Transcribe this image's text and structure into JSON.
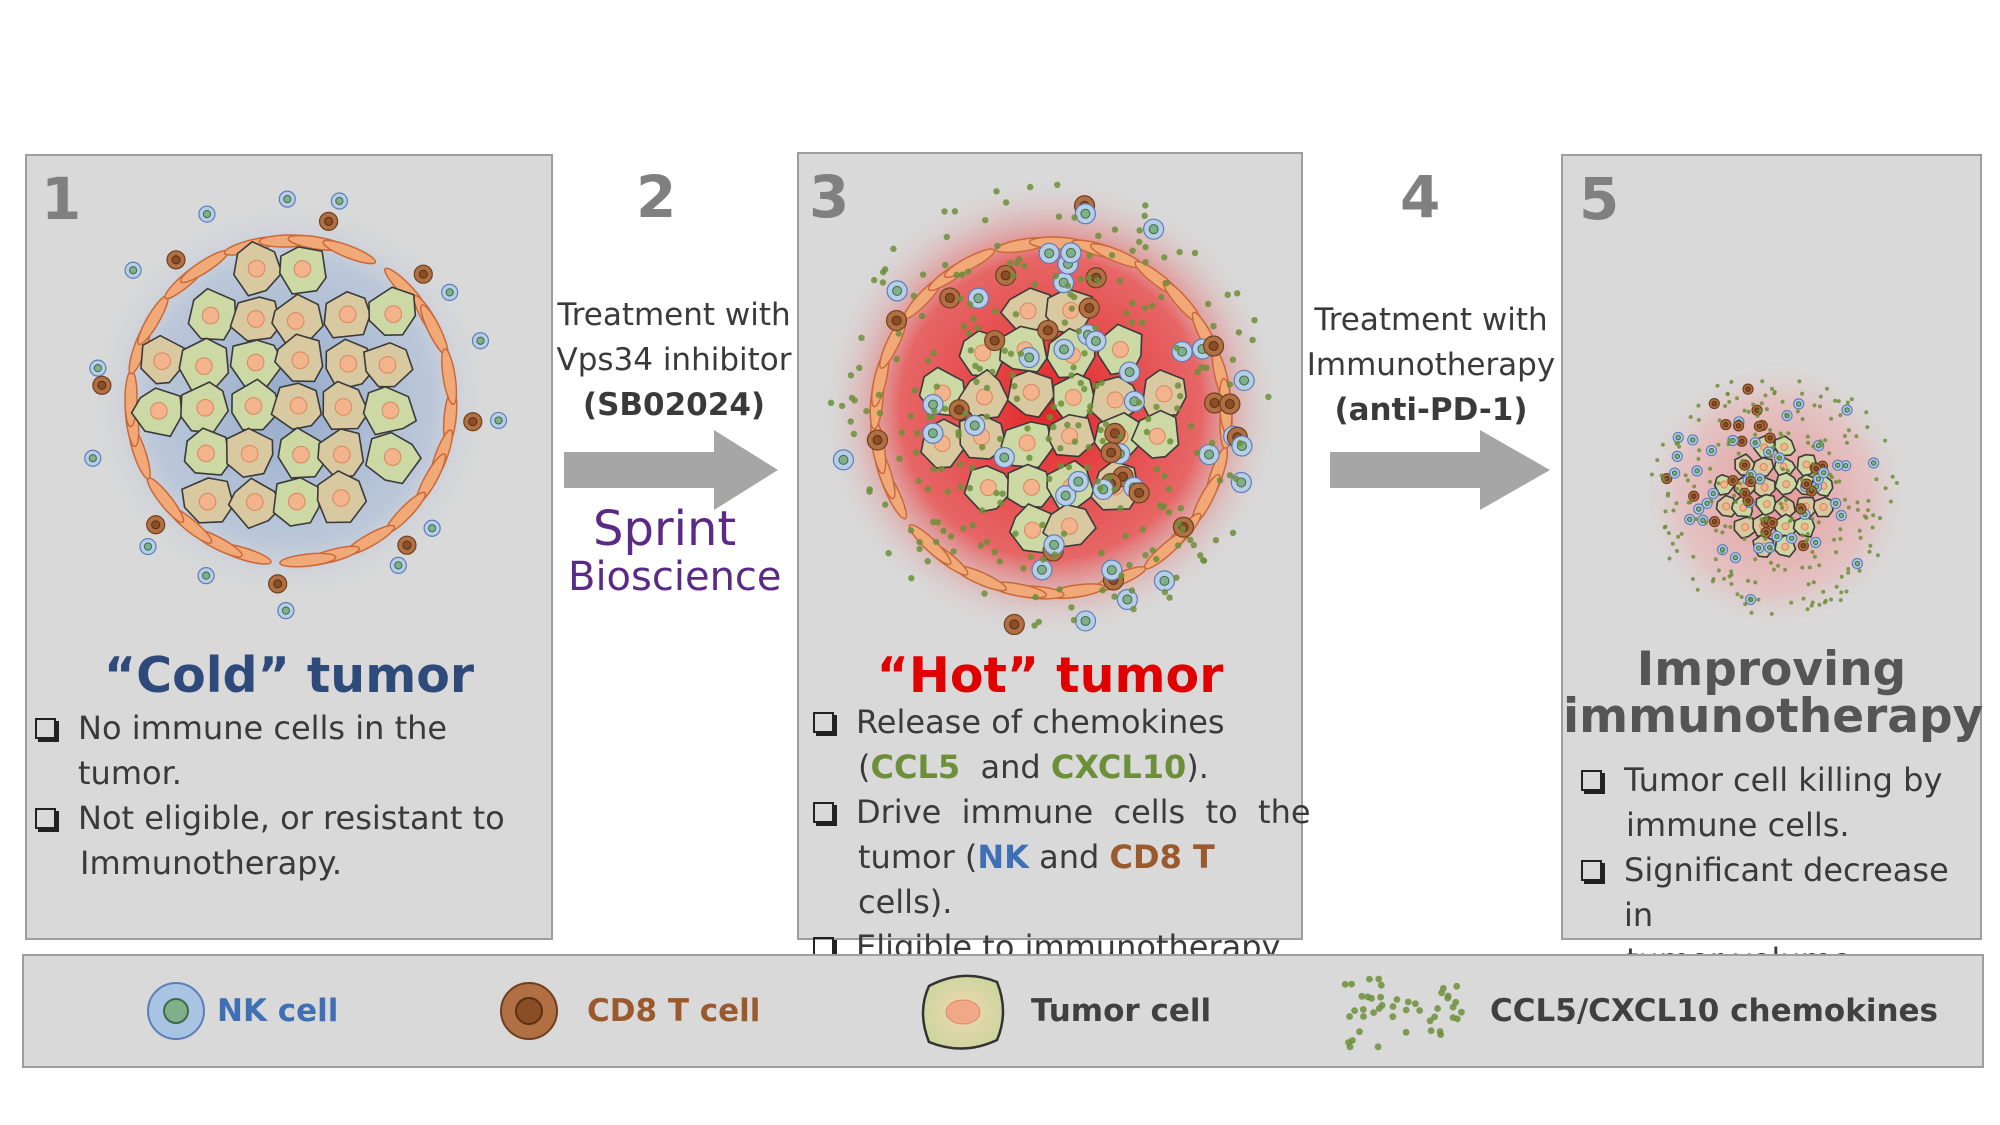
{
  "steps": {
    "s1": {
      "num": "1",
      "title": "“Cold” tumor",
      "bullets": [
        "No immune cells in the tumor.",
        "Not eligible, or resistant  to",
        "Immunotherapy."
      ]
    },
    "s2": {
      "num": "2",
      "line1": "Treatment with",
      "line2": "Vps34 inhibitor",
      "line3": "(SB02024)",
      "logo_top": "Sprint",
      "logo_bottom": "Bioscience"
    },
    "s3": {
      "num": "3",
      "title": "“Hot” tumor",
      "b1a": "Release of chemokines",
      "b1b_open": "(",
      "b1b_ccl5": "CCL5",
      "b1b_and": "  and ",
      "b1b_cxcl10": "CXCL10",
      "b1b_close": ").",
      "b2a": "Drive  immune  cells  to  the",
      "b2b_pre": "tumor (",
      "b2b_nk": "NK",
      "b2b_and": " and ",
      "b2b_cd8": "CD8 T",
      "b2b_post": " cells).",
      "b3": "Eligible to immunotherapy"
    },
    "s4": {
      "num": "4",
      "line1": "Treatment with",
      "line2": "Immunotherapy",
      "line3": "(anti-PD-1)"
    },
    "s5": {
      "num": "5",
      "title1": "Improving",
      "title2": "immunotherapy",
      "bullets": [
        "Tumor cell killing by",
        "immune cells.",
        "Significant decrease in",
        "tumor volume."
      ]
    }
  },
  "legend": {
    "nk": "NK cell",
    "cd8": "CD8 T cell",
    "tumor": "Tumor cell",
    "chemokines": "CCL5/CXCL10 chemokines"
  },
  "colors": {
    "panel": "#d9d9d9",
    "cold_title": "#2e4a7a",
    "hot_title": "#e00000",
    "five_title": "#555555",
    "nk": "#3f6fb5",
    "cd8": "#9a5a2e",
    "chemokine": "#6c8f3a",
    "arrow": "#a6a6a6",
    "logo": "#5b2a86"
  }
}
